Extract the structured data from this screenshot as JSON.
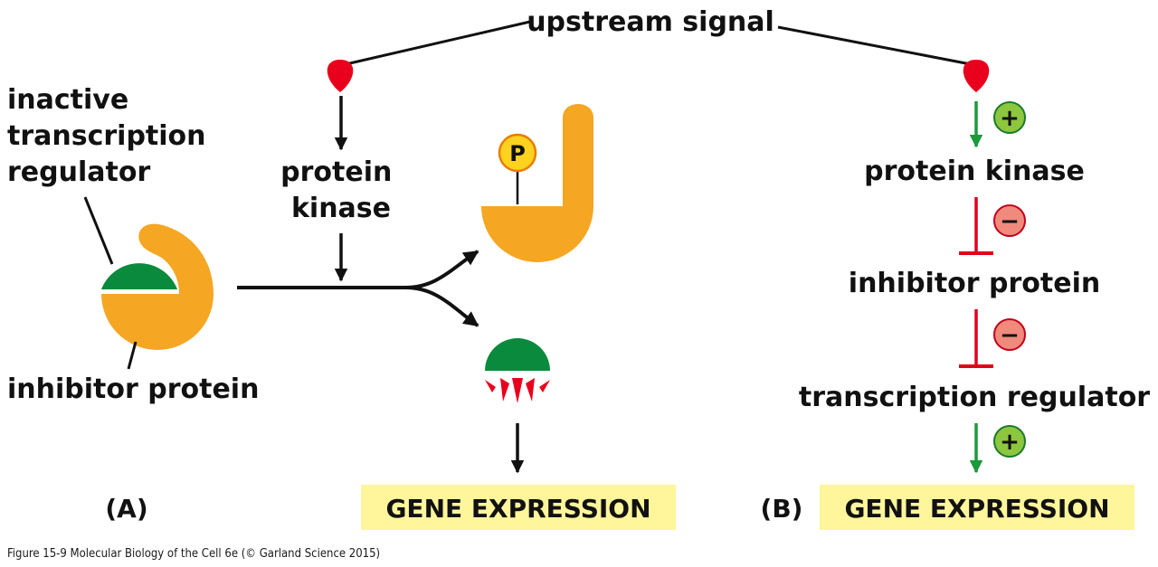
{
  "labels": {
    "upstream_signal": "upstream signal",
    "inactive_regulator": [
      "inactive",
      "transcription",
      "regulator"
    ],
    "inhibitor_protein_left": "inhibitor protein",
    "protein_kinase_left": [
      "protein",
      "kinase"
    ],
    "phosphate": "P",
    "gene_expression_a": "GENE EXPRESSION",
    "gene_expression_b": "GENE EXPRESSION",
    "panel_a": "(A)",
    "panel_b": "(B)",
    "protein_kinase_right": "protein kinase",
    "inhibitor_protein_right": "inhibitor protein",
    "transcription_regulator_right": "transcription regulator",
    "activation_sign_1": "+",
    "inhibition_sign_1": "−",
    "inhibition_sign_2": "−",
    "activation_sign_2": "+",
    "caption": "Figure 15-9  Molecular Biology of the Cell 6e (© Garland Science 2015)"
  },
  "colors": {
    "signal_red": "#e8001c",
    "inhibitor_orange": "#f5a623",
    "regulator_green": "#0a8a3c",
    "phosphate_yellow": "#ffd21f",
    "highlight_yellow": "#fff59b",
    "activation_green": "#1a9a3a",
    "activation_badge": "#8dc63f",
    "inhibition_red": "#e2001a",
    "inhibition_badge": "#f08a7c",
    "arrow_black": "#111111"
  }
}
